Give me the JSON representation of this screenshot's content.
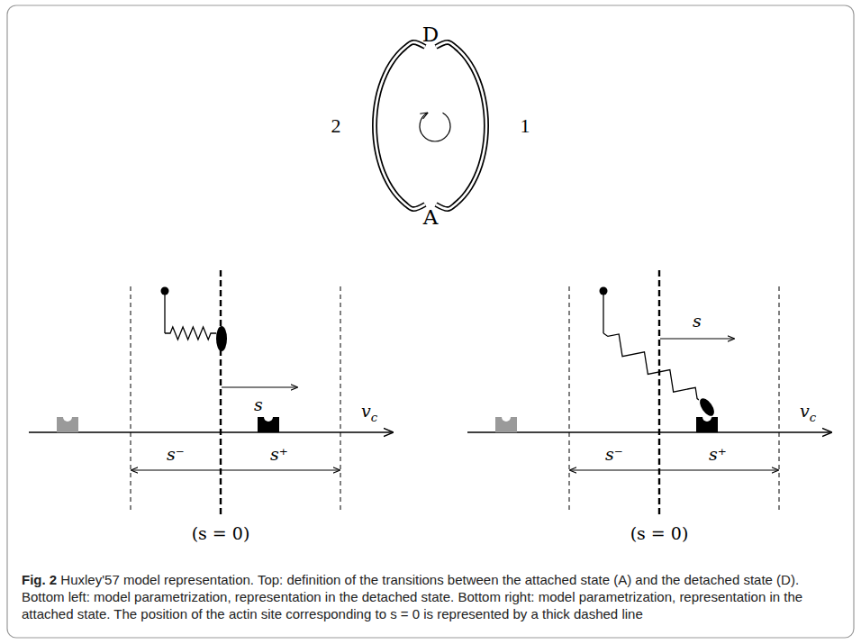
{
  "diagram": {
    "caption": "Fig. 2 Huxley'57 model representation. Top: definition of the transitions between the attached state (A) and the detached state (D). Bottom left: model parametrization, representation in the detached state. Bottom right: model parametrization, representation in the attached state. The position of the actin site corresponding to s = 0 is represented by a thick dashed line",
    "nodes": [
      {
        "text": [
          "D"
        ]
      },
      {
        "text": [
          "A"
        ]
      }
    ],
    "edges": [
      {
        "from": 0,
        "to": 1,
        "label": "1",
        "arrow": "none"
      },
      {
        "from": 1,
        "to": 0,
        "label": "2",
        "arrow": "none"
      }
    ],
    "labels": [
      "s",
      "s⁻",
      "s⁺",
      "vc",
      "(s = 0)",
      "s",
      "s⁻",
      "s⁺",
      "vc",
      "(s = 0)"
    ]
  }
}
